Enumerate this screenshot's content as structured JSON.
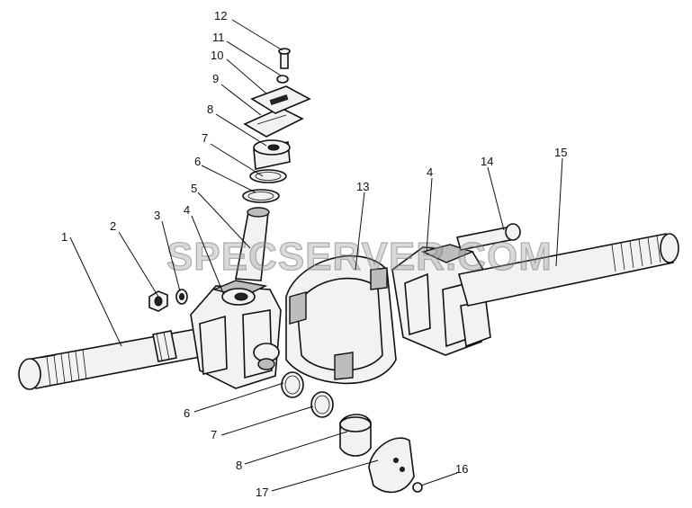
{
  "diagram": {
    "watermark": "SPECSERVER.COM",
    "callouts": [
      {
        "id": "c1",
        "text": "1"
      },
      {
        "id": "c2",
        "text": "2"
      },
      {
        "id": "c3",
        "text": "3"
      },
      {
        "id": "c4a",
        "text": "4"
      },
      {
        "id": "c4b",
        "text": "4"
      },
      {
        "id": "c5",
        "text": "5"
      },
      {
        "id": "c6a",
        "text": "6"
      },
      {
        "id": "c6b",
        "text": "6"
      },
      {
        "id": "c7a",
        "text": "7"
      },
      {
        "id": "c7b",
        "text": "7"
      },
      {
        "id": "c8a",
        "text": "8"
      },
      {
        "id": "c8b",
        "text": "8"
      },
      {
        "id": "c9",
        "text": "9"
      },
      {
        "id": "c10",
        "text": "10"
      },
      {
        "id": "c11",
        "text": "11"
      },
      {
        "id": "c12",
        "text": "12"
      },
      {
        "id": "c13",
        "text": "13"
      },
      {
        "id": "c14",
        "text": "14"
      },
      {
        "id": "c15",
        "text": "15"
      },
      {
        "id": "c16",
        "text": "16"
      },
      {
        "id": "c17",
        "text": "17"
      }
    ]
  }
}
